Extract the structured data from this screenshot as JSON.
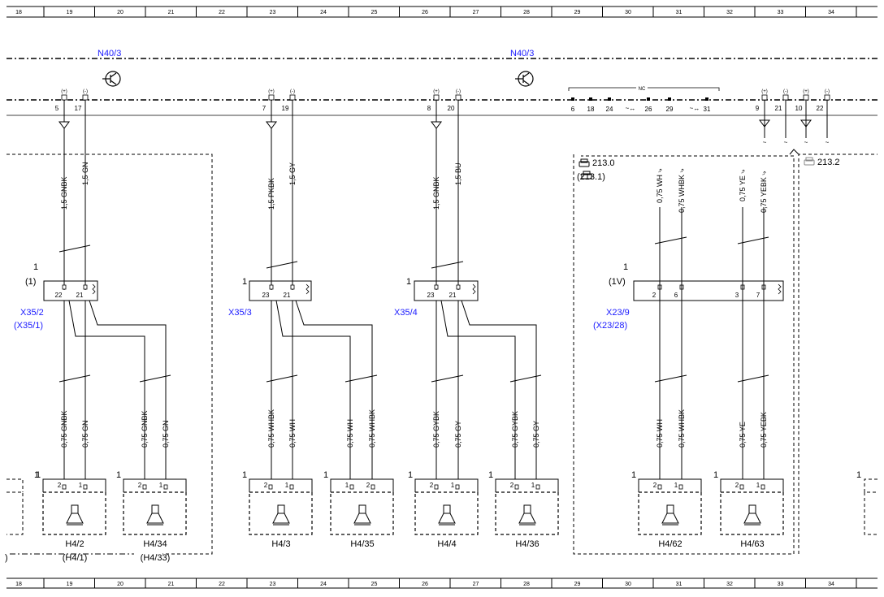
{
  "ruler": [
    "18",
    "19",
    "20",
    "21",
    "22",
    "23",
    "24",
    "25",
    "26",
    "27",
    "28",
    "29",
    "30",
    "31",
    "32",
    "33",
    "34"
  ],
  "modules": [
    {
      "label": "N40/3",
      "side": "left"
    },
    {
      "label": "N40/3",
      "side": "right"
    }
  ],
  "bus_pins": {
    "group_a": {
      "plus_pin": "5",
      "minus_pin": "17",
      "wire_plus": "1,5 GNBK",
      "wire_minus": "1,5 GN"
    },
    "group_b": {
      "plus_pin": "7",
      "minus_pin": "19",
      "wire_plus": "1,5 PKBK",
      "wire_minus": "1,5 GY"
    },
    "group_c": {
      "plus_pin": "8",
      "minus_pin": "20",
      "wire_plus": "1,5 GNBK",
      "wire_minus": "1,5 BU"
    },
    "nc_pins": [
      "6",
      "18",
      "24",
      "26",
      "29",
      "31"
    ],
    "nc_label": "NC",
    "right_pins": [
      "9",
      "21",
      "10",
      "22"
    ]
  },
  "polarity": {
    "plus": "(+)",
    "minus": "(-)"
  },
  "connectors": [
    {
      "name": "X35/2",
      "alt": "(X35/1)",
      "num": "1",
      "num_alt": "(1)",
      "pins": [
        "22",
        "21"
      ]
    },
    {
      "name": "X35/3",
      "alt": "",
      "num": "1",
      "pins": [
        "23",
        "21"
      ]
    },
    {
      "name": "X35/4",
      "alt": "",
      "num": "1",
      "pins": [
        "23",
        "21"
      ]
    },
    {
      "name": "X23/9",
      "alt": "(X23/28)",
      "num": "1",
      "num_alt": "(1V)",
      "pins": [
        "2",
        "6",
        "3",
        "7"
      ]
    }
  ],
  "variants": {
    "v1": "213.0",
    "v2": "(213.1)",
    "v3": "213.2"
  },
  "lower_wires": {
    "w1": "0,75 GNBK",
    "w2": "0,75 GN",
    "w3": "0,75 GNBK",
    "w4": "0,75 GN",
    "w5": "0,75 WHBK",
    "w6": "0,75 WH",
    "w7": "0,75 WH",
    "w8": "0,75 WHBK",
    "w9": "0,75 GYBK",
    "w10": "0,75 GY",
    "w11": "0,75 GYBK",
    "w12": "0,75 GY",
    "w13": "0,75 WH",
    "w14": "0,75 WHBK",
    "w15": "0,75 YE",
    "w16": "0,75 YEBK"
  },
  "upper_right_wires": {
    "a": "0,75 WH",
    "b": "0,75 WHBK",
    "c": "0,75 YE",
    "d": "0,75 YEBK"
  },
  "speakers": [
    {
      "name": "H4/2",
      "alt": "(H4/1)",
      "pins": [
        "2",
        "1"
      ]
    },
    {
      "name": "H4/34",
      "alt": "(H4/33)",
      "pins": [
        "2",
        "1"
      ]
    },
    {
      "name": "H4/3",
      "alt": "",
      "pins": [
        "2",
        "1"
      ]
    },
    {
      "name": "H4/35",
      "alt": "",
      "pins": [
        "1",
        "2"
      ]
    },
    {
      "name": "H4/4",
      "alt": "",
      "pins": [
        "2",
        "1"
      ]
    },
    {
      "name": "H4/36",
      "alt": "",
      "pins": [
        "2",
        "1"
      ]
    },
    {
      "name": "H4/62",
      "alt": "",
      "pins": [
        "2",
        "1"
      ]
    },
    {
      "name": "H4/63",
      "alt": "",
      "pins": [
        "2",
        "1"
      ]
    }
  ],
  "unit_marker": "1",
  "edge_fragment": ")",
  "colors": {
    "line": "#000000",
    "label_blue": "#1a1aff"
  }
}
